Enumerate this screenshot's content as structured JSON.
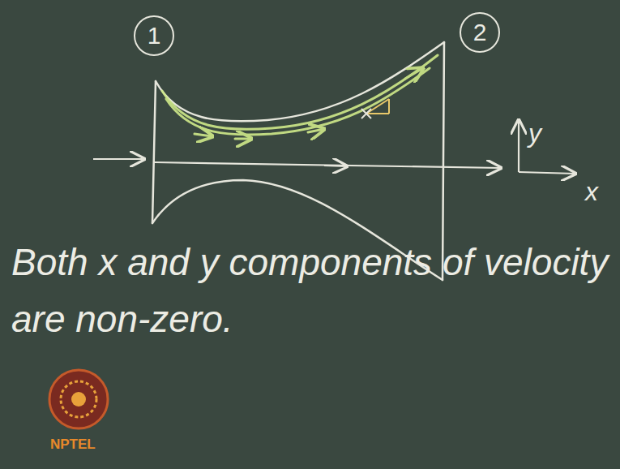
{
  "diagram": {
    "nodes": [
      {
        "text": [
          "1"
        ]
      },
      {
        "text": [
          "2"
        ]
      }
    ],
    "labels": [
      "y",
      "x",
      "Both x and y components of velocity are non-zero.",
      "NPTEL"
    ]
  }
}
